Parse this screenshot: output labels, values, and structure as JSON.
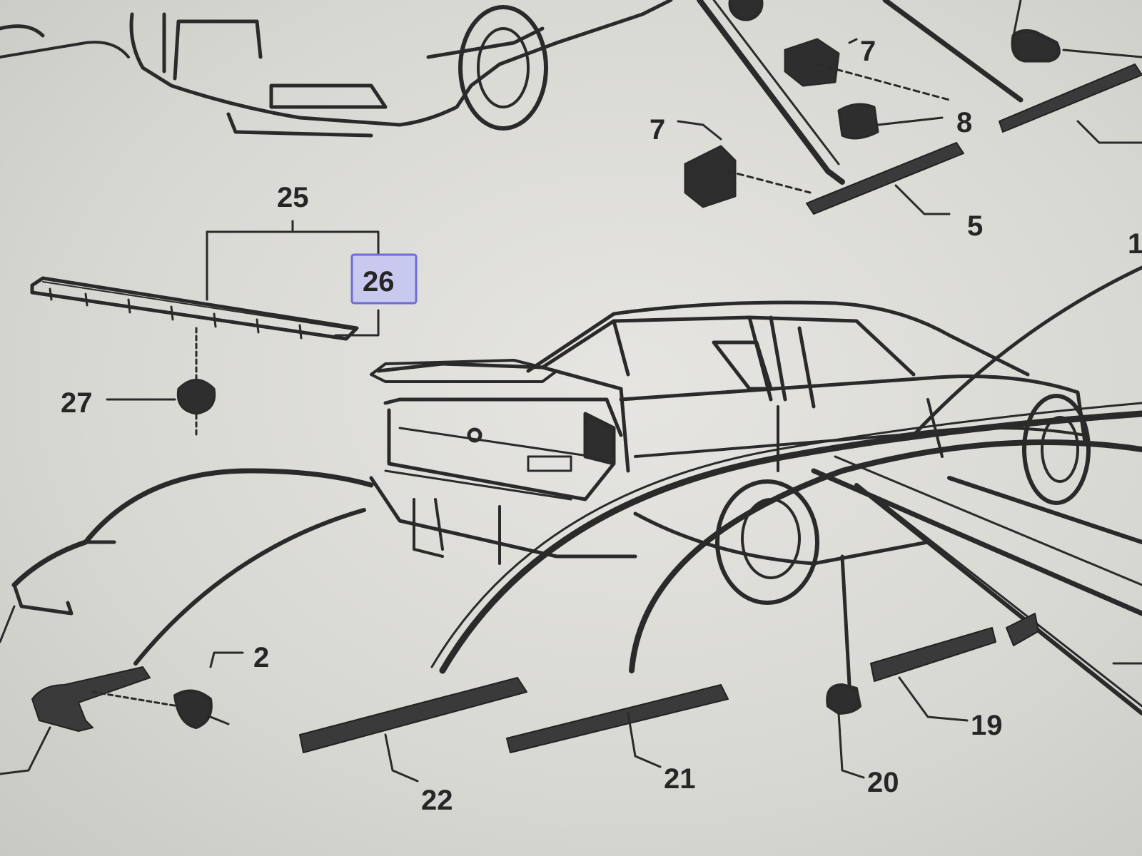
{
  "diagram": {
    "callouts": {
      "c1": "1",
      "c2": "2",
      "c5": "5",
      "c7a": "7",
      "c7b": "7",
      "c8": "8",
      "c19": "19",
      "c20": "20",
      "c21": "21",
      "c22": "22",
      "c25": "25",
      "c26": "26",
      "c27": "27"
    },
    "selected_callout": "26",
    "colors": {
      "paper": "#d9d9d5",
      "ink": "#2a2a2a",
      "highlight_fill": "#c9c9f0",
      "highlight_border": "#6d6dd6"
    }
  }
}
